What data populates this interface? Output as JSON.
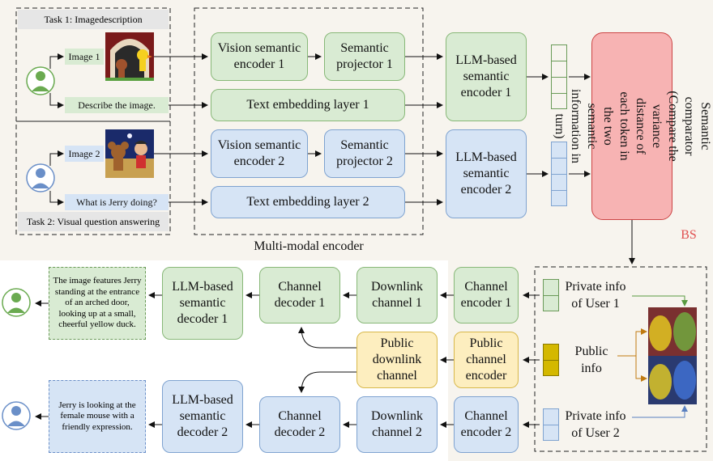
{
  "task1": {
    "title": "Task 1: Imagedescription",
    "image_label": "Image 1",
    "prompt": "Describe the image."
  },
  "task2": {
    "title": "Task 2: Visual question answering",
    "image_label": "Image 2",
    "prompt": "What is Jerry doing?"
  },
  "encoder": {
    "caption": "Multi-modal encoder",
    "vision1": "Vision semantic encoder 1",
    "proj1": "Semantic projector 1",
    "text1": "Text embedding layer 1",
    "vision2": "Vision semantic encoder 2",
    "proj2": "Semantic projector 2",
    "text2": "Text embedding layer 2",
    "llm1": "LLM-based semantic encoder 1",
    "llm2": "LLM-based semantic encoder 2"
  },
  "comparator": "Semantic comparator (Compare the variance distance of each token in the two semantic information in turn)",
  "bs_label": "BS",
  "bs": {
    "private1": "Private info of User 1",
    "public": "Public info",
    "private2": "Private info of User 2"
  },
  "channel": {
    "enc1": "Channel encoder 1",
    "down1": "Downlink channel 1",
    "dec1": "Channel decoder 1",
    "llmdec1": "LLM-based semantic decoder 1",
    "pubenc": "Public channel encoder",
    "pubdown": "Public downlink channel",
    "enc2": "Channel encoder 2",
    "down2": "Downlink channel 2",
    "dec2": "Channel decoder 2",
    "llmdec2": "LLM-based semantic decoder 2"
  },
  "outputs": {
    "user1": "The image features Jerry standing at the entrance of an arched door, looking up at a small, cheerful yellow duck.",
    "user2": "Jerry is looking at the female mouse with a friendly expression."
  },
  "colors": {
    "green_fill": "#d9ebd3",
    "blue_fill": "#d6e4f5",
    "yellow_fill": "#fdeebf",
    "red_fill": "#f7b3b3",
    "bs_text": "#e05050"
  },
  "icons": [
    "user-icon-green",
    "user-icon-blue",
    "image-cartoon-1",
    "image-cartoon-2",
    "image-overlay-stack"
  ]
}
